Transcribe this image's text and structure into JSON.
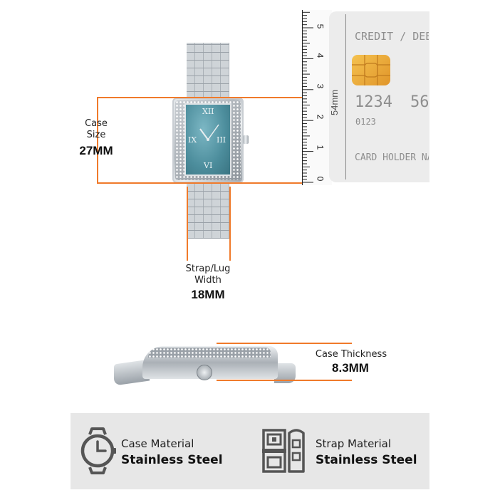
{
  "case_size": {
    "label_line1": "Case",
    "label_line2": "Size",
    "value": "27MM"
  },
  "strap_width": {
    "label_line1": "Strap/Lug",
    "label_line2": "Width",
    "value": "18MM"
  },
  "case_thickness": {
    "label": "Case Thickness",
    "value": "8.3MM"
  },
  "ruler": {
    "unit_label": "54mm",
    "ticks": [
      "5",
      "4",
      "3",
      "2",
      "1",
      "0"
    ]
  },
  "card": {
    "title": "CREDIT / DEBIT C",
    "number_1": "1234",
    "number_2": "56",
    "small_number": "0123",
    "holder": "CARD HOLDER NAME"
  },
  "features": [
    {
      "title": "Case Material",
      "value": "Stainless Steel",
      "icon": "watch-outline-icon"
    },
    {
      "title": "Strap Material",
      "value": "Stainless Steel",
      "icon": "strap-icon"
    }
  ],
  "dial_numerals": [
    "XII",
    "III",
    "VI",
    "IX"
  ],
  "colors": {
    "accent": "#f07a2a",
    "dial": "#4c8d9c",
    "panel": "#e7e7e7"
  }
}
